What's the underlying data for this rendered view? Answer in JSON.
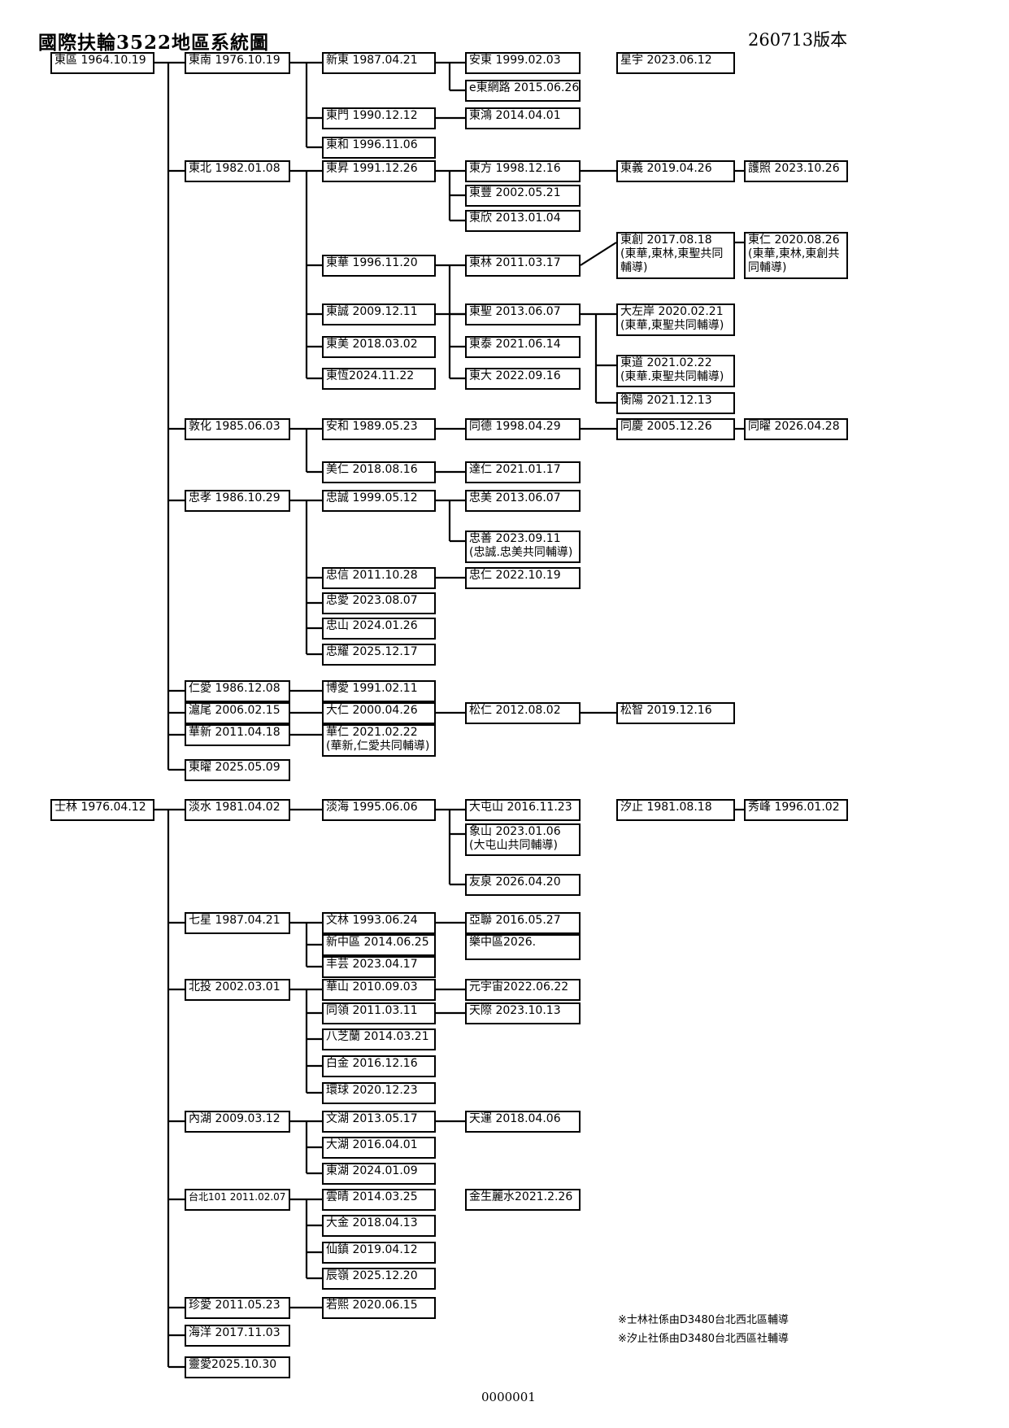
{
  "title": "國際扶輪3522地區系統圖",
  "version": "260713版本",
  "footer": "0000001",
  "notes": [
    "※士林社係由D3480台北西北區輔導",
    "※汐止社係由D3480台北西區社輔導"
  ],
  "clubs": [
    {
      "id": "dongqu",
      "text": "東區 1964.10.19"
    },
    {
      "id": "dongnan",
      "text": "東南 1976.10.19"
    },
    {
      "id": "xindong",
      "text": "新東 1987.04.21"
    },
    {
      "id": "andong",
      "text": "安東 1999.02.03"
    },
    {
      "id": "xingyu",
      "text": "星宇 2023.06.12"
    },
    {
      "id": "edong",
      "text": "e東網路 2015.06.26"
    },
    {
      "id": "dongmen",
      "text": "東門 1990.12.12"
    },
    {
      "id": "donghong",
      "text": "東鴻 2014.04.01"
    },
    {
      "id": "donghe",
      "text": "東和 1996.11.06"
    },
    {
      "id": "dongbei",
      "text": "東北 1982.01.08"
    },
    {
      "id": "dongsheng",
      "text": "東昇 1991.12.26"
    },
    {
      "id": "dongfang",
      "text": "東方 1998.12.16"
    },
    {
      "id": "dongyi",
      "text": "東義 2019.04.26"
    },
    {
      "id": "huzhao",
      "text": "護照 2023.10.26"
    },
    {
      "id": "dongfeng",
      "text": "東豐 2002.05.21"
    },
    {
      "id": "dongxin",
      "text": "東欣 2013.01.04"
    },
    {
      "id": "donghua",
      "text": "東華 1996.11.20"
    },
    {
      "id": "donglin",
      "text": "東林 2011.03.17"
    },
    {
      "id": "dongchuang",
      "text": "東創 2017.08.18\n(東華,東林,東聖共同\n輔導)"
    },
    {
      "id": "dongren",
      "text": "東仁 2020.08.26\n(東華,東林,東創共\n同輔導)"
    },
    {
      "id": "dongcheng",
      "text": "東誠 2009.12.11"
    },
    {
      "id": "dongsheng2",
      "text": "東聖 2013.06.07"
    },
    {
      "id": "dazuoan",
      "text": "大左岸 2020.02.21\n(東華,東聖共同輔導)"
    },
    {
      "id": "dongmei",
      "text": "東美 2018.03.02"
    },
    {
      "id": "dongtai",
      "text": "東泰 2021.06.14"
    },
    {
      "id": "dongdao",
      "text": "東道 2021.02.22\n(東華.東聖共同輔導)"
    },
    {
      "id": "donggeng",
      "text": "東恆2024.11.22"
    },
    {
      "id": "dongda",
      "text": "東大 2022.09.16"
    },
    {
      "id": "hengyang",
      "text": "衡陽 2021.12.13"
    },
    {
      "id": "dunhua",
      "text": "敦化 1985.06.03"
    },
    {
      "id": "anhe",
      "text": "安和 1989.05.23"
    },
    {
      "id": "tongde",
      "text": "同德 1998.04.29"
    },
    {
      "id": "tongqing",
      "text": "同慶 2005.12.26"
    },
    {
      "id": "tongyao",
      "text": "同曜 2026.04.28"
    },
    {
      "id": "meiren",
      "text": "美仁 2018.08.16"
    },
    {
      "id": "daren",
      "text": "達仁 2021.01.17"
    },
    {
      "id": "zhongxiao",
      "text": "忠孝 1986.10.29"
    },
    {
      "id": "zhongcheng",
      "text": "忠誠 1999.05.12"
    },
    {
      "id": "zhongmei",
      "text": "忠美 2013.06.07"
    },
    {
      "id": "zhongshan2",
      "text": "忠善 2023.09.11\n(忠誠.忠美共同輔導)"
    },
    {
      "id": "zhongxin",
      "text": "忠信 2011.10.28"
    },
    {
      "id": "zhongren",
      "text": "忠仁 2022.10.19"
    },
    {
      "id": "zhongai",
      "text": "忠愛 2023.08.07"
    },
    {
      "id": "zhongshan",
      "text": "忠山 2024.01.26"
    },
    {
      "id": "zhongyao",
      "text": "忠耀 2025.12.17"
    },
    {
      "id": "renai",
      "text": "仁愛 1986.12.08"
    },
    {
      "id": "boai",
      "text": "博愛 1991.02.11"
    },
    {
      "id": "huwei",
      "text": "滬尾 2006.02.15"
    },
    {
      "id": "daren2",
      "text": "大仁 2000.04.26"
    },
    {
      "id": "songren",
      "text": "松仁 2012.08.02"
    },
    {
      "id": "songzhi",
      "text": "松智 2019.12.16"
    },
    {
      "id": "huaxin",
      "text": "華新 2011.04.18"
    },
    {
      "id": "huaren",
      "text": "華仁 2021.02.22\n(華新,仁愛共同輔導)"
    },
    {
      "id": "dongyao",
      "text": "東曜 2025.05.09"
    },
    {
      "id": "shilin",
      "text": "士林 1976.04.12"
    },
    {
      "id": "danshui",
      "text": "淡水 1981.04.02"
    },
    {
      "id": "danhai",
      "text": "淡海 1995.06.06"
    },
    {
      "id": "datunshan",
      "text": "大屯山 2016.11.23"
    },
    {
      "id": "xizhi",
      "text": "汐止 1981.08.18"
    },
    {
      "id": "xiufeng",
      "text": "秀峰 1996.01.02"
    },
    {
      "id": "xiangshan",
      "text": "象山 2023.01.06\n(大屯山共同輔導)"
    },
    {
      "id": "youquan",
      "text": "友泉 2026.04.20"
    },
    {
      "id": "qixing",
      "text": "七星 1987.04.21"
    },
    {
      "id": "wenlin",
      "text": "文林 1993.06.24"
    },
    {
      "id": "yalian",
      "text": "亞聯 2016.05.27"
    },
    {
      "id": "xinzhongqu",
      "text": "新中區 2014.06.25"
    },
    {
      "id": "lezhongqu",
      "text": "樂中區2026."
    },
    {
      "id": "fengyun",
      "text": "丰芸 2023.04.17"
    },
    {
      "id": "beitou",
      "text": "北投 2002.03.01"
    },
    {
      "id": "huashan",
      "text": "華山 2010.09.03"
    },
    {
      "id": "yuanyuzhou",
      "text": "元宇宙2022.06.22"
    },
    {
      "id": "tongling",
      "text": "同領 2011.03.11"
    },
    {
      "id": "tianji",
      "text": "天際 2023.10.13"
    },
    {
      "id": "bazhilan",
      "text": "八芝蘭 2014.03.21"
    },
    {
      "id": "baijin",
      "text": "白金 2016.12.16"
    },
    {
      "id": "huanqiu",
      "text": "環球 2020.12.23"
    },
    {
      "id": "neihu",
      "text": "內湖 2009.03.12"
    },
    {
      "id": "wenhu",
      "text": "文湖 2013.05.17"
    },
    {
      "id": "tianyun",
      "text": "天運 2018.04.06"
    },
    {
      "id": "dahu",
      "text": "大湖 2016.04.01"
    },
    {
      "id": "donghu",
      "text": "東湖 2024.01.09"
    },
    {
      "id": "taipei101",
      "text": "台北101 2011.02.07"
    },
    {
      "id": "yunqing",
      "text": "雲晴 2014.03.25"
    },
    {
      "id": "jinsheng",
      "text": "金生麗水2021.2.26"
    },
    {
      "id": "dajin",
      "text": "大金 2018.04.13"
    },
    {
      "id": "xianzhen",
      "text": "仙鎮 2019.04.12"
    },
    {
      "id": "chenling",
      "text": "辰嶺 2025.12.20"
    },
    {
      "id": "zhenai",
      "text": "珍愛 2011.05.23"
    },
    {
      "id": "ruoxi",
      "text": "若熙 2020.06.15"
    },
    {
      "id": "haiyang",
      "text": "海洋 2017.11.03"
    },
    {
      "id": "lingai",
      "text": "靈愛2025.10.30"
    }
  ]
}
